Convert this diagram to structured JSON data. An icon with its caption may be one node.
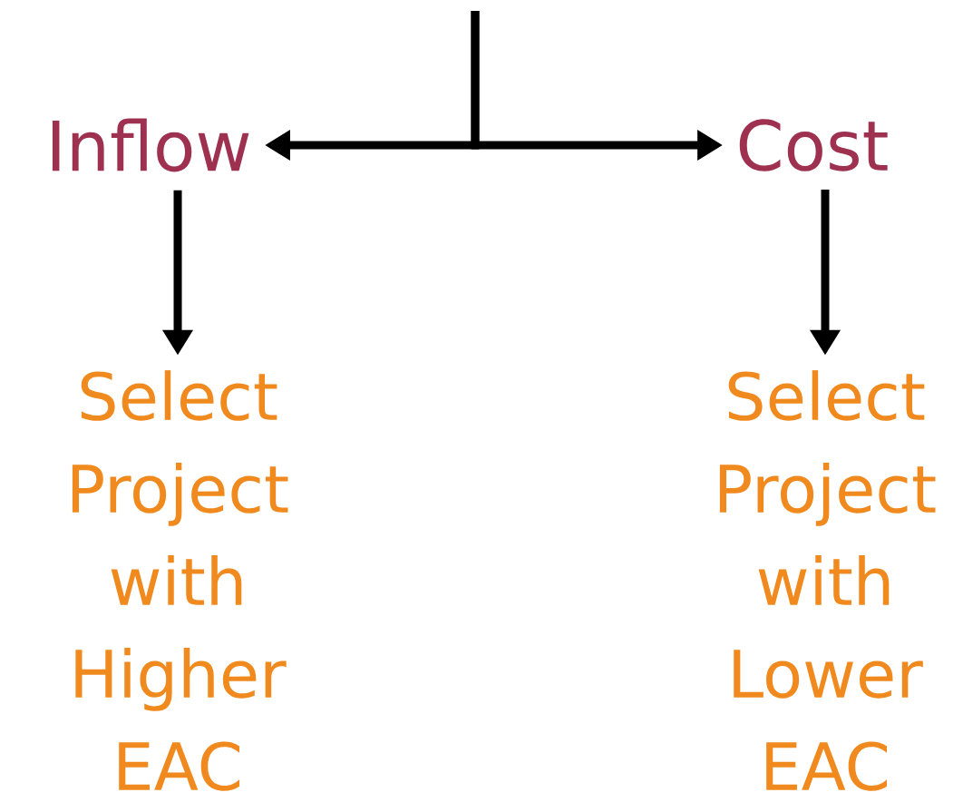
{
  "diagram": {
    "nodes": [
      {
        "text": [
          "Inflow"
        ]
      },
      {
        "text": [
          "Cost"
        ]
      },
      {
        "text": [
          "Select Project with Higher EAC"
        ]
      },
      {
        "text": [
          "Select Project with Lower EAC"
        ]
      }
    ],
    "edges": [
      {
        "from": null,
        "to": 0,
        "arrow": "to"
      },
      {
        "from": null,
        "to": 1,
        "arrow": "to"
      },
      {
        "from": 0,
        "to": 2,
        "arrow": "to"
      },
      {
        "from": 1,
        "to": 3,
        "arrow": "to"
      }
    ]
  }
}
